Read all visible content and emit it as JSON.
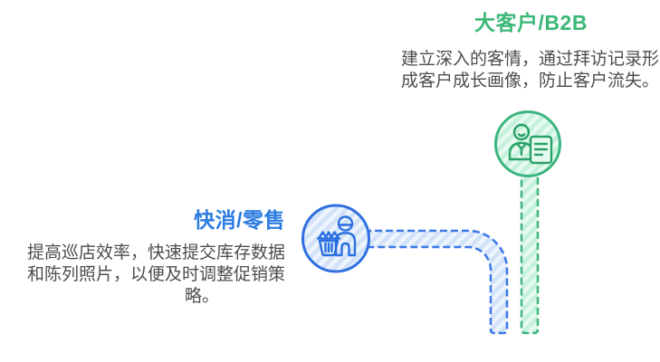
{
  "canvas": {
    "background": "#ffffff"
  },
  "sections": {
    "b2b": {
      "title": "大客户/B2B",
      "title_color": "#3bb878",
      "description_lines": [
        "建立深入的客情，通过拜访记录形",
        "成客户成长画像，防止客户流失。"
      ],
      "icon": "person-with-badge-icon",
      "accent_color": "#3db57e",
      "fill_color": "#e6faf0",
      "stripe_color": "#c6f1dd"
    },
    "retail": {
      "title": "快消/零售",
      "title_color": "#2b7ce0",
      "description_lines": [
        "提高巡店效率，快速提交库存数据",
        "和陈列照片，以便及时调整促销策",
        "略。"
      ],
      "icon": "basket-person-icon",
      "accent_color": "#2f6fe0",
      "fill_color": "#edf4fd",
      "stripe_color": "#d2e2f8"
    }
  },
  "text_color": "#4d4d4d"
}
